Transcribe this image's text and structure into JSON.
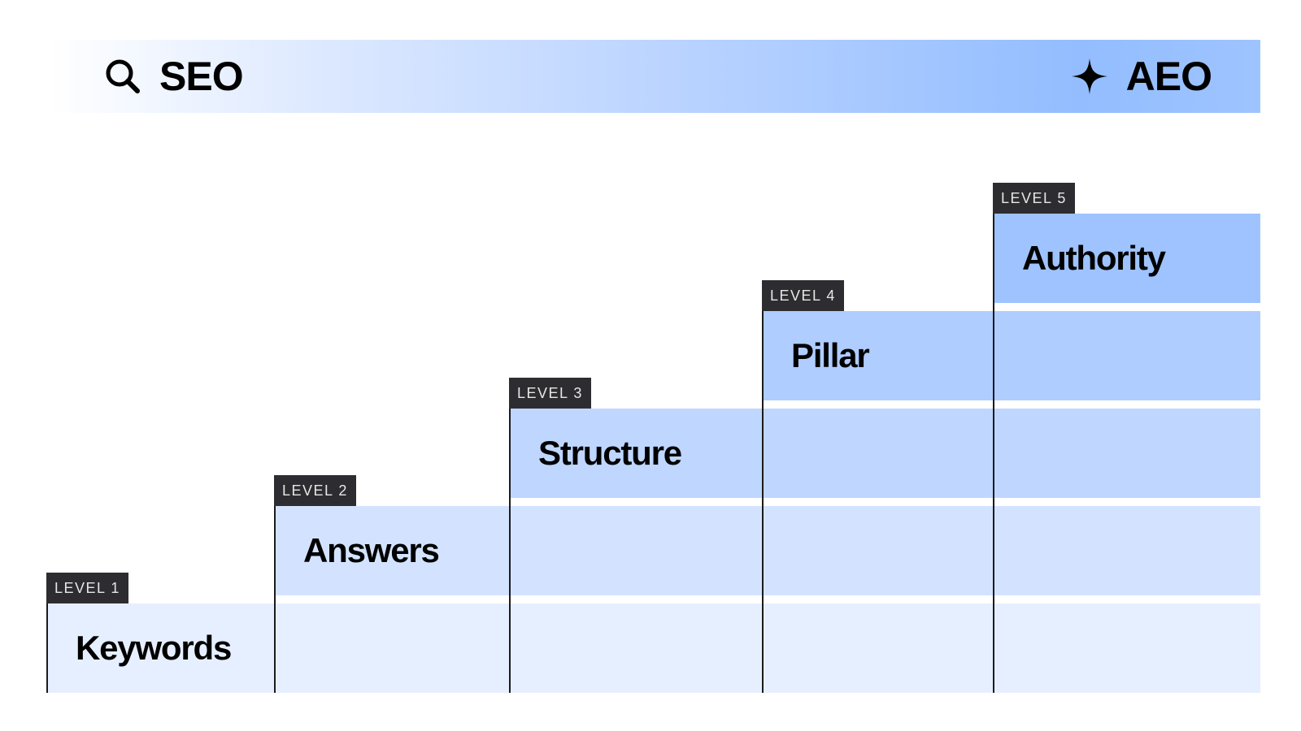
{
  "header": {
    "left_label": "SEO",
    "left_icon": "search-icon",
    "right_label": "AEO",
    "right_icon": "sparkle-icon",
    "gradient_colors": [
      "#ffffff",
      "#dde9ff",
      "#b6d1ff",
      "#93bdff"
    ]
  },
  "levels": [
    {
      "tag": "LEVEL 1",
      "label": "Keywords",
      "band_color": "#e6efff"
    },
    {
      "tag": "LEVEL 2",
      "label": "Answers",
      "band_color": "#d3e3ff"
    },
    {
      "tag": "LEVEL 3",
      "label": "Structure",
      "band_color": "#bfd6ff"
    },
    {
      "tag": "LEVEL 4",
      "label": "Pillar",
      "band_color": "#afcdff"
    },
    {
      "tag": "LEVEL 5",
      "label": "Authority",
      "band_color": "#9ec3ff"
    }
  ],
  "colors": {
    "tag_background": "#2d2d31",
    "tag_text": "#e6e6e6",
    "divider": "#1b1b1d"
  }
}
